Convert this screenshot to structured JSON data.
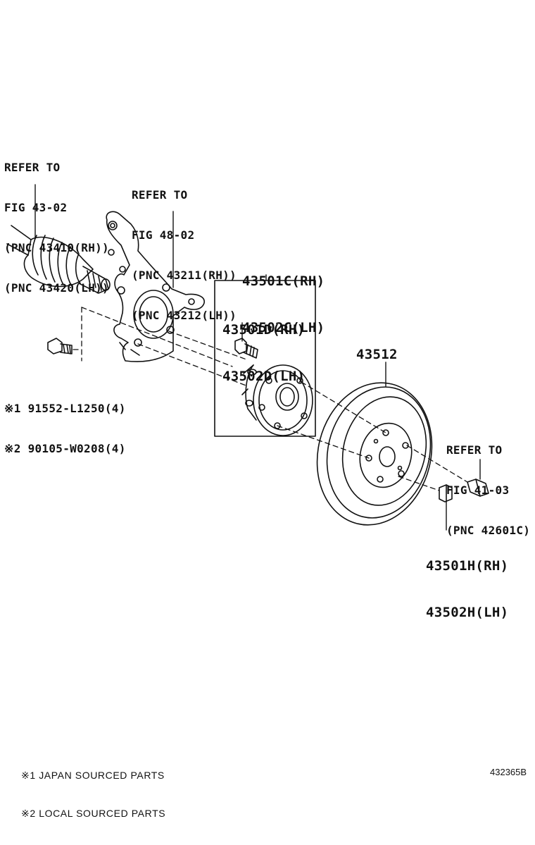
{
  "labels": {
    "shaft_ref": [
      "REFER TO",
      "FIG 43-02",
      "(PNC 43410(RH))",
      "(PNC 43420(LH))"
    ],
    "knuckle_ref": [
      "REFER TO",
      "FIG 48-02",
      "(PNC 43211(RH))",
      "(PNC 43212(LH))"
    ],
    "hub_assy": [
      "43501C(RH)",
      "43502C(LH)"
    ],
    "hub_bolt": [
      "43501D(RH)",
      "43502D(LH)"
    ],
    "disc": "43512",
    "bolt_parts": [
      "※1 91552-L1250(4)",
      "※2 90105-W0208(4)"
    ],
    "nut_ref": [
      "REFER TO",
      "FIG 41-03",
      "(PNC 42601C)"
    ],
    "nut": [
      "43501H(RH)",
      "43502H(LH)"
    ]
  },
  "notes": [
    "※1 JAPAN SOURCED PARTS",
    "※2 LOCAL SOURCED PARTS"
  ],
  "figure_id": "432365B"
}
